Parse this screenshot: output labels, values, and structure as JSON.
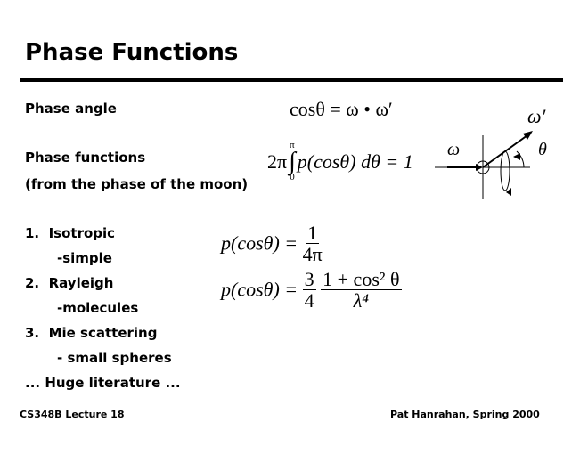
{
  "title": "Phase Functions",
  "labels": {
    "phase_angle": "Phase angle",
    "phase_functions": "Phase functions",
    "phase_functions_note": "(from the phase of the moon)"
  },
  "list": [
    {
      "num": "1.",
      "label": "Isotropic",
      "sub": "-simple"
    },
    {
      "num": "2.",
      "label": "Rayleigh",
      "sub": "-molecules"
    },
    {
      "num": "3.",
      "label": "Mie scattering",
      "sub": "- small spheres"
    }
  ],
  "literature": "... Huge literature ...",
  "equations": {
    "phase_angle": "cosθ = ω • ω′",
    "normalization": {
      "lhs": "2π",
      "upper": "π",
      "lower": "0",
      "body": "p(cosθ) dθ = 1"
    },
    "isotropic": {
      "lhs": "p(cosθ) =",
      "num": "1",
      "den": "4π"
    },
    "rayleigh": {
      "lhs": "p(cosθ) =",
      "num1": "3",
      "den1": "4",
      "num2": "1 + cos² θ",
      "den2": "λ⁴"
    }
  },
  "diagram": {
    "omega": "ω",
    "omega_prime": "ω′",
    "theta": "θ"
  },
  "footer": {
    "left": "CS348B Lecture 18",
    "right": "Pat Hanrahan, Spring 2000"
  }
}
